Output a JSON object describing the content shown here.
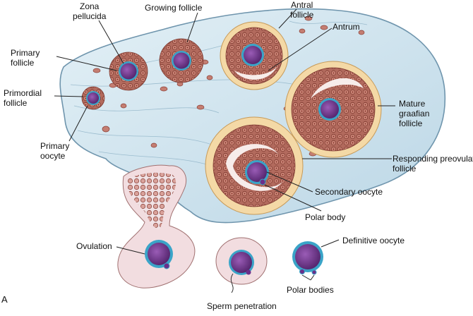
{
  "figure_letter": "A",
  "labels": {
    "zona_pellucida": [
      "Zona",
      "pellucida"
    ],
    "growing_follicle": "Growing follicle",
    "antral_follicle": [
      "Antral",
      "follicle"
    ],
    "antrum": "Antrum",
    "primary_follicle": [
      "Primary",
      "follicle"
    ],
    "primordial_follicle": [
      "Primordial",
      "follicle"
    ],
    "primary_oocyte": [
      "Primary",
      "oocyte"
    ],
    "mature_graafian_follicle": [
      "Mature",
      "graafian",
      "follicle"
    ],
    "responding_preovulatory_follicle": [
      "Responding preovulatory",
      "follicle"
    ],
    "secondary_oocyte": "Secondary oocyte",
    "polar_body": "Polar body",
    "ovulation": "Ovulation",
    "definitive_oocyte": "Definitive oocyte",
    "polar_bodies": "Polar bodies",
    "sperm_penetration": "Sperm penetration"
  },
  "colors": {
    "stroma": "#cfe3ee",
    "stroma_edge": "#7fa5bd",
    "granulosa": "#b46a5c",
    "theca": "#f4d9a6",
    "antrum_fluid": "#f7ecea",
    "oocyte": "#6a2f8a",
    "zona": "#3aa4c8"
  }
}
